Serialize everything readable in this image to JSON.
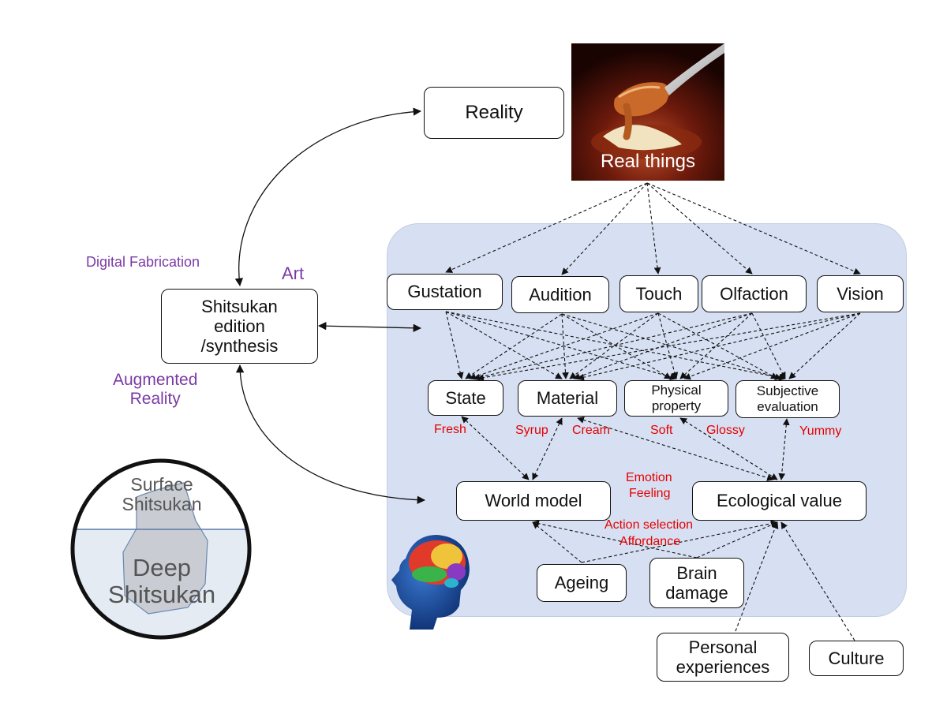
{
  "nodes": {
    "reality": "Reality",
    "real_things": "Real things",
    "edition": "Shitsukan\nedition\n/synthesis",
    "gustation": "Gustation",
    "audition": "Audition",
    "touch": "Touch",
    "olfaction": "Olfaction",
    "vision": "Vision",
    "state": "State",
    "material": "Material",
    "physical": "Physical\nproperty",
    "subjective": "Subjective\nevaluation",
    "world_model": "World model",
    "ecological": "Ecological value",
    "ageing": "Ageing",
    "brain_damage": "Brain\ndamage",
    "personal": "Personal\nexperiences",
    "culture": "Culture"
  },
  "purple_labels": {
    "digital_fabrication": "Digital Fabrication",
    "art": "Art",
    "augmented_reality": "Augmented\nReality"
  },
  "red_labels": {
    "fresh": "Fresh",
    "syrup": "Syrup",
    "cream": "Cream",
    "soft": "Soft",
    "glossy": "Glossy",
    "yummy": "Yummy",
    "emotion": "Emotion",
    "feeling": "Feeling",
    "action_selection": "Action selection",
    "affordance": "Affordance"
  },
  "iceberg": {
    "surface": "Surface\nShitsukan",
    "deep": "Deep\nShitsukan"
  },
  "colors": {
    "panel": "#d6e0f2",
    "red_text": "#e60000",
    "purple_text": "#7b3aa6",
    "water": "#e4ebf3",
    "iceberg": "#c9ccd3"
  }
}
